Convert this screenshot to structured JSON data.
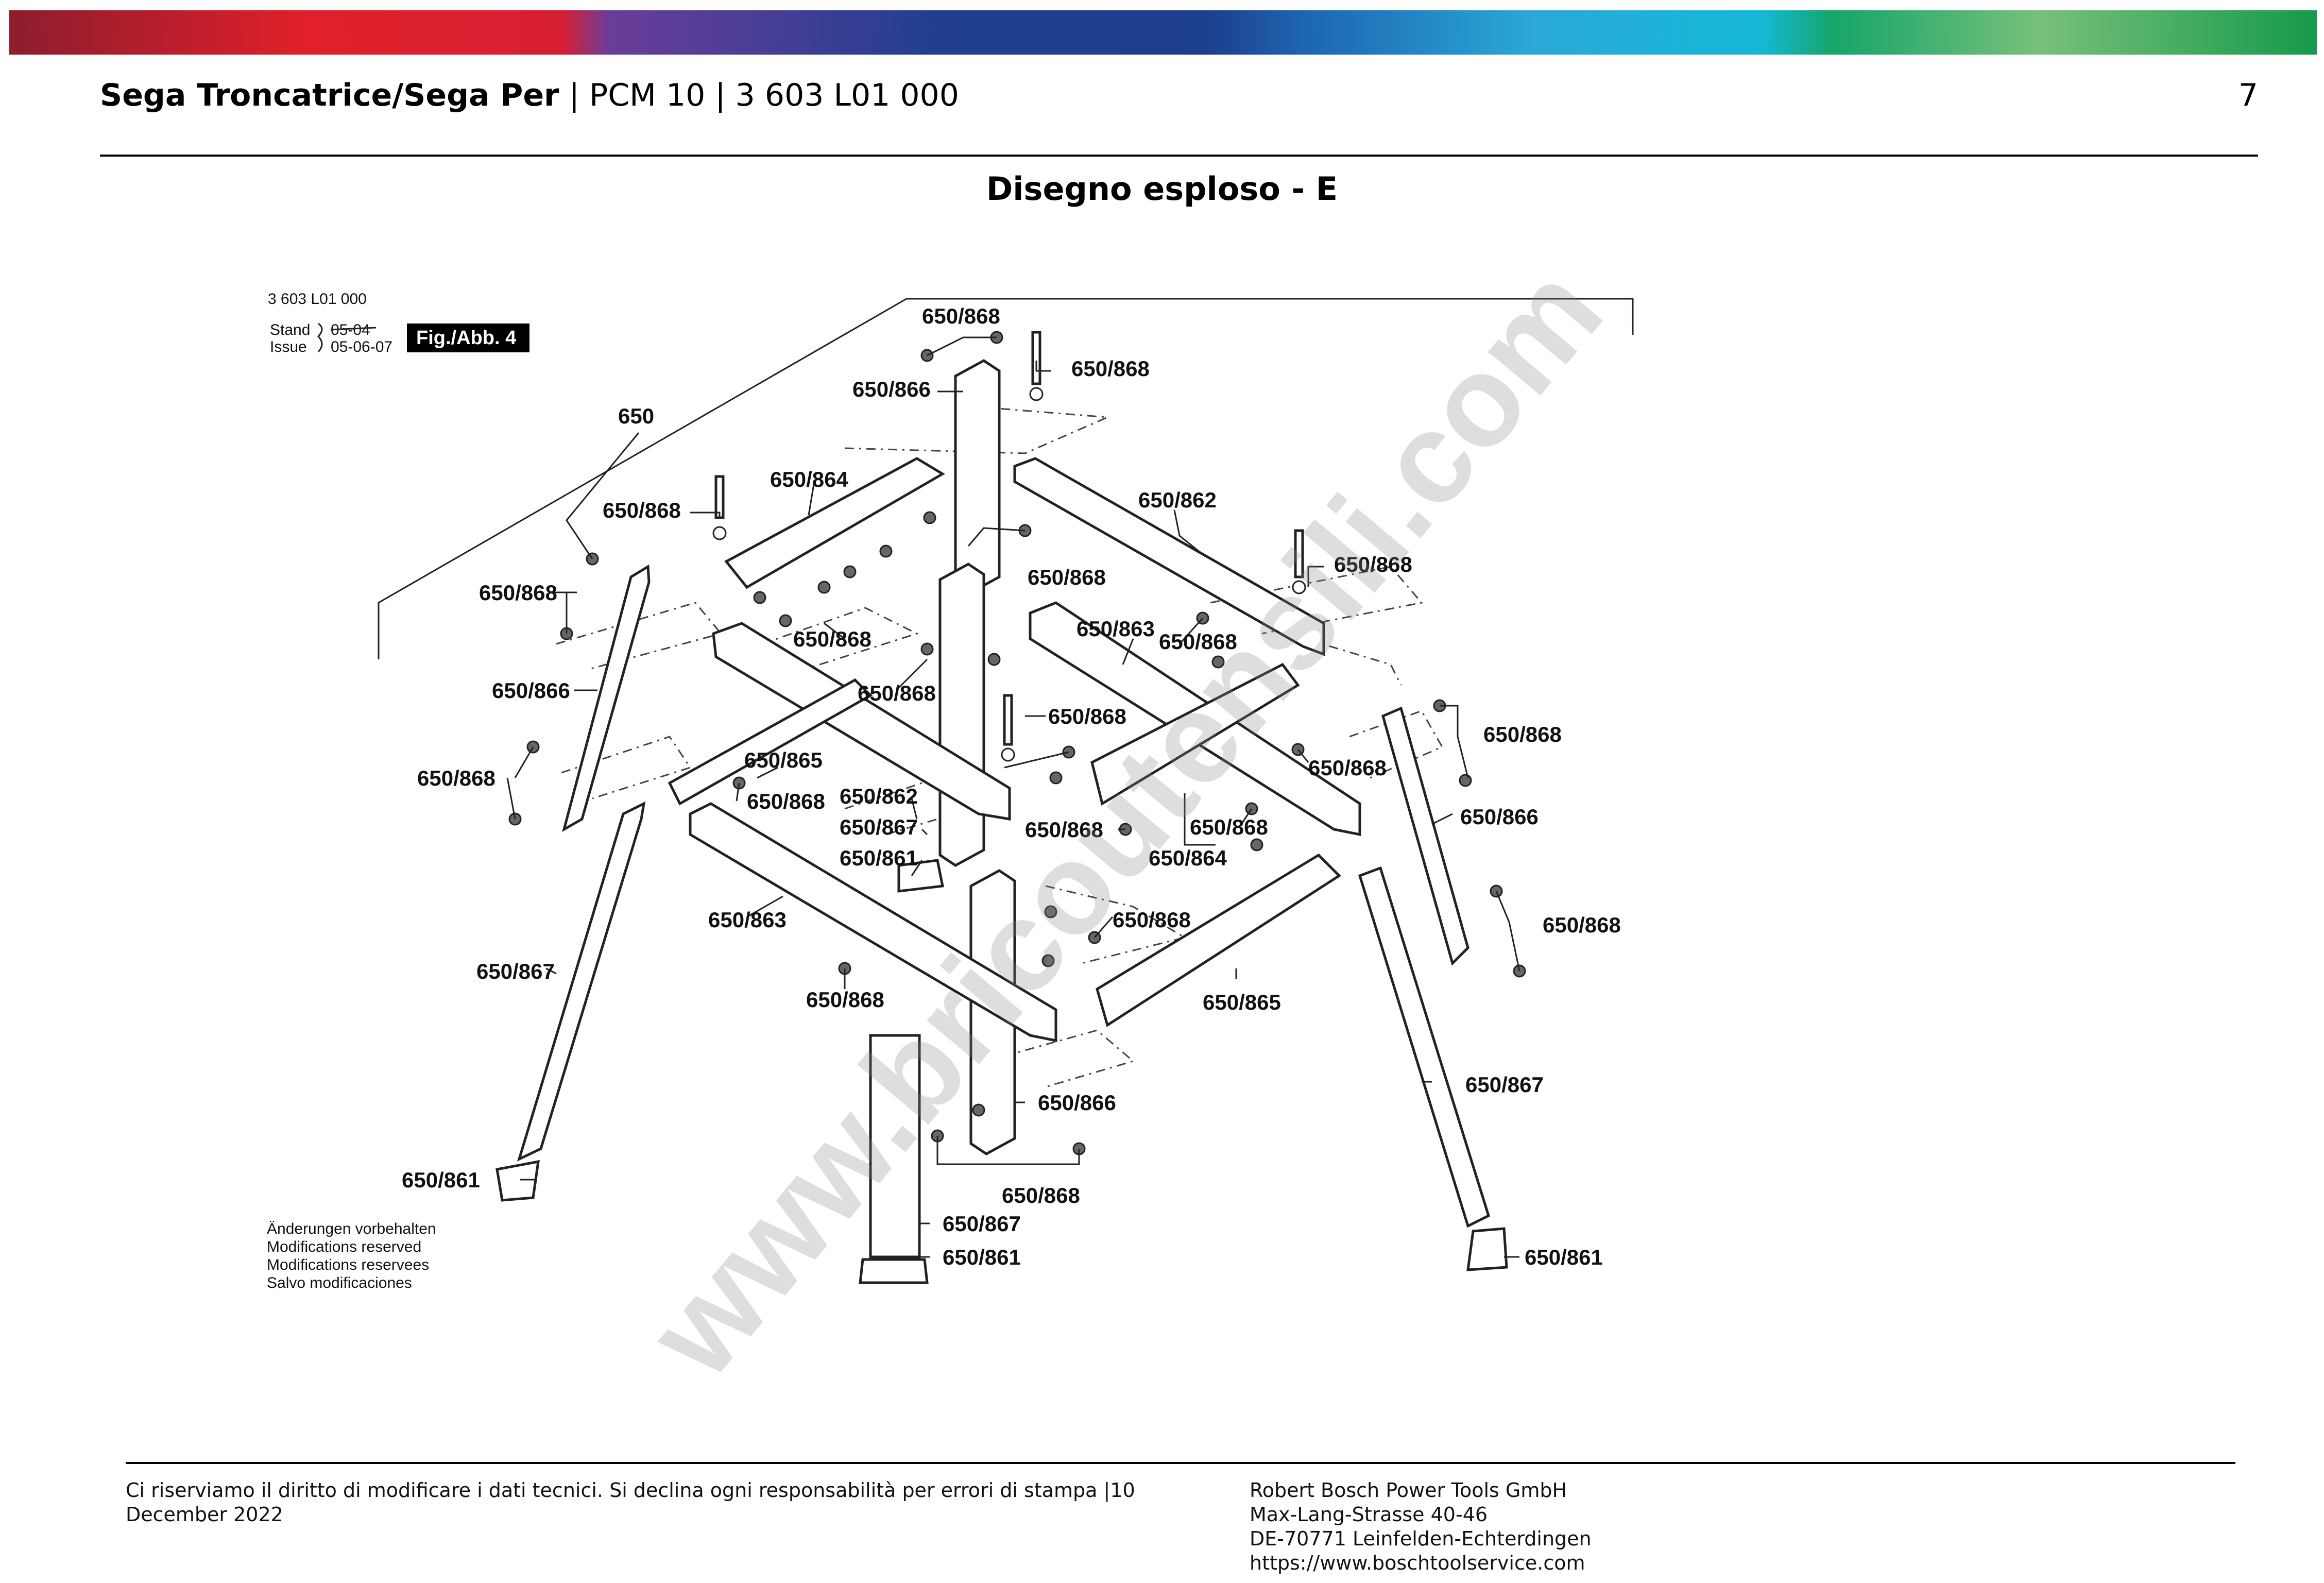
{
  "header": {
    "product": "Sega Troncatrice/Sega Per",
    "model": "PCM 10",
    "part_number": "3 603 L01 000",
    "separator": "|",
    "page_number": "7"
  },
  "section_title": "Disegno esploso - E",
  "drawing": {
    "ref": "3 603 L01 000",
    "stand_label": "Stand",
    "issue_label": "Issue",
    "stand_old": "05-04",
    "stand_new": "05-06-07",
    "fig_label": "Fig./Abb. 4",
    "disclaimer": [
      "Änderungen vorbehalten",
      "Modifications reserved",
      "Modifications reservees",
      "Salvo modificaciones"
    ],
    "labels": {
      "l650": "650",
      "l861": "650/861",
      "l862": "650/862",
      "l863": "650/863",
      "l864": "650/864",
      "l865": "650/865",
      "l866": "650/866",
      "l867": "650/867",
      "l868": "650/868"
    }
  },
  "watermark": "www.bricoutensili.com",
  "footer": {
    "notice": "Ci riserviamo il diritto di modificare i dati tecnici. Si declina ogni responsabilità per errori di stampa |10 December 2022",
    "company": "Robert Bosch Power Tools GmbH",
    "street": "Max-Lang-Strasse 40-46",
    "city": "DE-70771 Leinfelden-Echterdingen",
    "url": "https://www.boschtoolservice.com"
  },
  "colors": {
    "brand_red": "#e1202a",
    "brand_purple": "#6a3d9a",
    "brand_blue": "#1d3f8f",
    "brand_lightblue": "#2aa8d8",
    "brand_green": "#16a56a"
  }
}
